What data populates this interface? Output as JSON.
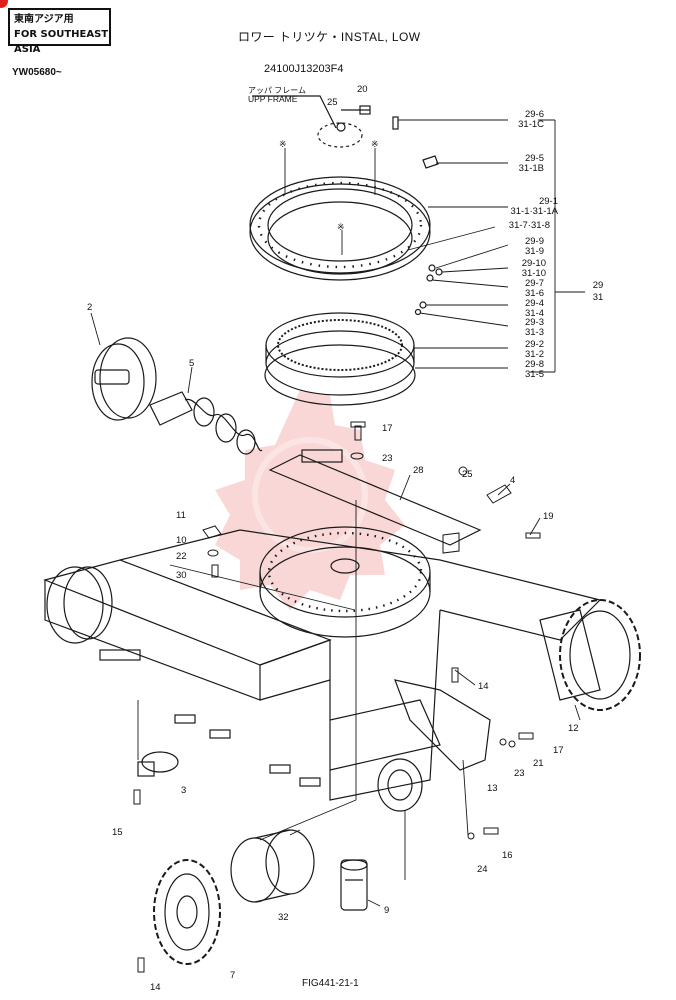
{
  "header": {
    "region_line1": "東南アジア用",
    "region_line2": "FOR SOUTHEAST ASIA",
    "title": "ロワー  トリツケ・INSTAL, LOW",
    "serial": "YW05680~",
    "part_number": "24100J13203F4",
    "upp_frame_jp": "アッパ フレーム",
    "upp_frame_en": "UPP FRAME"
  },
  "footer": {
    "figure_id": "FIG441-21-1"
  },
  "callouts_right": [
    {
      "id": "29-6",
      "sub": "31-1C"
    },
    {
      "id": "29-5",
      "sub": "31-1B"
    },
    {
      "id": "29-1",
      "sub": "31-1·31-1A"
    },
    {
      "id": "31-7·31-8",
      "sub": ""
    },
    {
      "id": "29-9",
      "sub": "31-9"
    },
    {
      "id": "29-10",
      "sub": "31-10"
    },
    {
      "id": "29-7",
      "sub": "31-6"
    },
    {
      "id": "29-4",
      "sub": "31-4"
    },
    {
      "id": "29-3",
      "sub": "31-3"
    },
    {
      "id": "29-2",
      "sub": "31-2"
    },
    {
      "id": "29-8",
      "sub": "31-5"
    }
  ],
  "group_label": {
    "a": "29",
    "b": "31"
  },
  "parts": {
    "p2": "2",
    "p3": "3",
    "p4": "4",
    "p5": "5",
    "p7": "7",
    "p9": "9",
    "p10": "10",
    "p11": "11",
    "p12": "12",
    "p13": "13",
    "p14a": "14",
    "p14b": "14",
    "p15": "15",
    "p16": "16",
    "p17a": "17",
    "p17b": "17",
    "p19": "19",
    "p20": "20",
    "p21": "21",
    "p22": "22",
    "p23a": "23",
    "p23b": "23",
    "p24": "24",
    "p25a": "25",
    "p25b": "25",
    "p28": "28",
    "p30": "30",
    "p32": "32",
    "star1": "※",
    "star2": "※",
    "star3": "※"
  },
  "colors": {
    "line": "#1a1a1a",
    "watermark": "#e0201c",
    "corner": "#e0201c"
  }
}
